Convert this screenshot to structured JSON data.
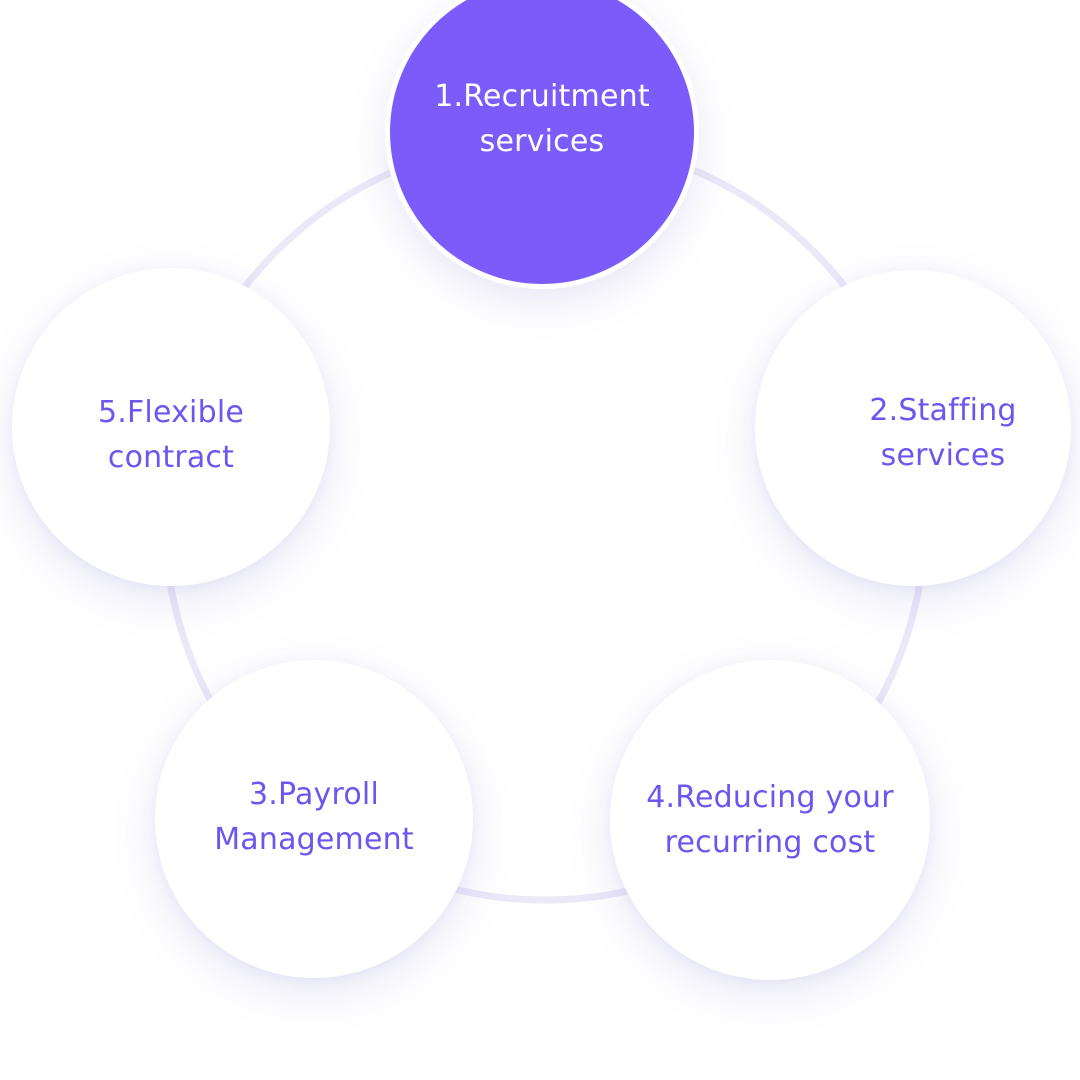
{
  "colors": {
    "accent": "#7b5cfb",
    "label_on_white": "#6f55f0",
    "label_on_accent": "#ffffff",
    "node_background": "#ffffff",
    "ring": "#ebe8f8"
  },
  "nodes": [
    {
      "id": "1",
      "line1": "1.Recruitment",
      "line2": "services",
      "active": true
    },
    {
      "id": "2",
      "line1": "2.Staffing",
      "line2": "services",
      "active": false
    },
    {
      "id": "3",
      "line1": "3.Payroll",
      "line2": "Management",
      "active": false
    },
    {
      "id": "4",
      "line1": "4.Reducing your",
      "line2": "recurring cost",
      "active": false
    },
    {
      "id": "5",
      "line1": "5.Flexible",
      "line2": "contract",
      "active": false
    }
  ]
}
